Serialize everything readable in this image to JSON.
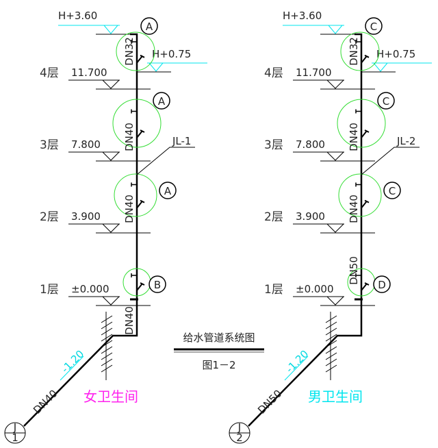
{
  "title": {
    "main": "给水管道系统图",
    "sub": "图1－2"
  },
  "colors": {
    "pipe": "#000000",
    "cyan": "#00e5ee",
    "green": "#33dd33",
    "magenta": "#ff22ee"
  },
  "systems": [
    {
      "name": "女卫生间",
      "name_color": "#ff22ee",
      "riser": "JL-1",
      "top_elev": "H+3.60",
      "branch_elev": "H+0.75",
      "underground_elev": "-1.20",
      "inlet_pipe": "DN40",
      "inlet_tag": {
        "top": "J",
        "bottom": "1"
      },
      "floors": [
        {
          "label": "4层",
          "elev": "11.700"
        },
        {
          "label": "3层",
          "elev": "7.800"
        },
        {
          "label": "2层",
          "elev": "3.900"
        },
        {
          "label": "1层",
          "elev": "±0.000"
        }
      ],
      "pipe_sizes": [
        "DN32",
        "DN40",
        "DN40",
        "DN40"
      ],
      "details": [
        "A",
        "A",
        "A",
        "B"
      ]
    },
    {
      "name": "男卫生间",
      "name_color": "#00e5ee",
      "riser": "JL-2",
      "top_elev": "H+3.60",
      "branch_elev": "H+0.75",
      "underground_elev": "-1.20",
      "inlet_pipe": "DN50",
      "inlet_tag": {
        "top": "J",
        "bottom": "2"
      },
      "floors": [
        {
          "label": "4层",
          "elev": "11.700"
        },
        {
          "label": "3层",
          "elev": "7.800"
        },
        {
          "label": "2层",
          "elev": "3.900"
        },
        {
          "label": "1层",
          "elev": "±0.000"
        }
      ],
      "pipe_sizes": [
        "DN32",
        "DN40",
        "DN40",
        "DN50"
      ],
      "details": [
        "C",
        "C",
        "C",
        "D"
      ]
    }
  ]
}
